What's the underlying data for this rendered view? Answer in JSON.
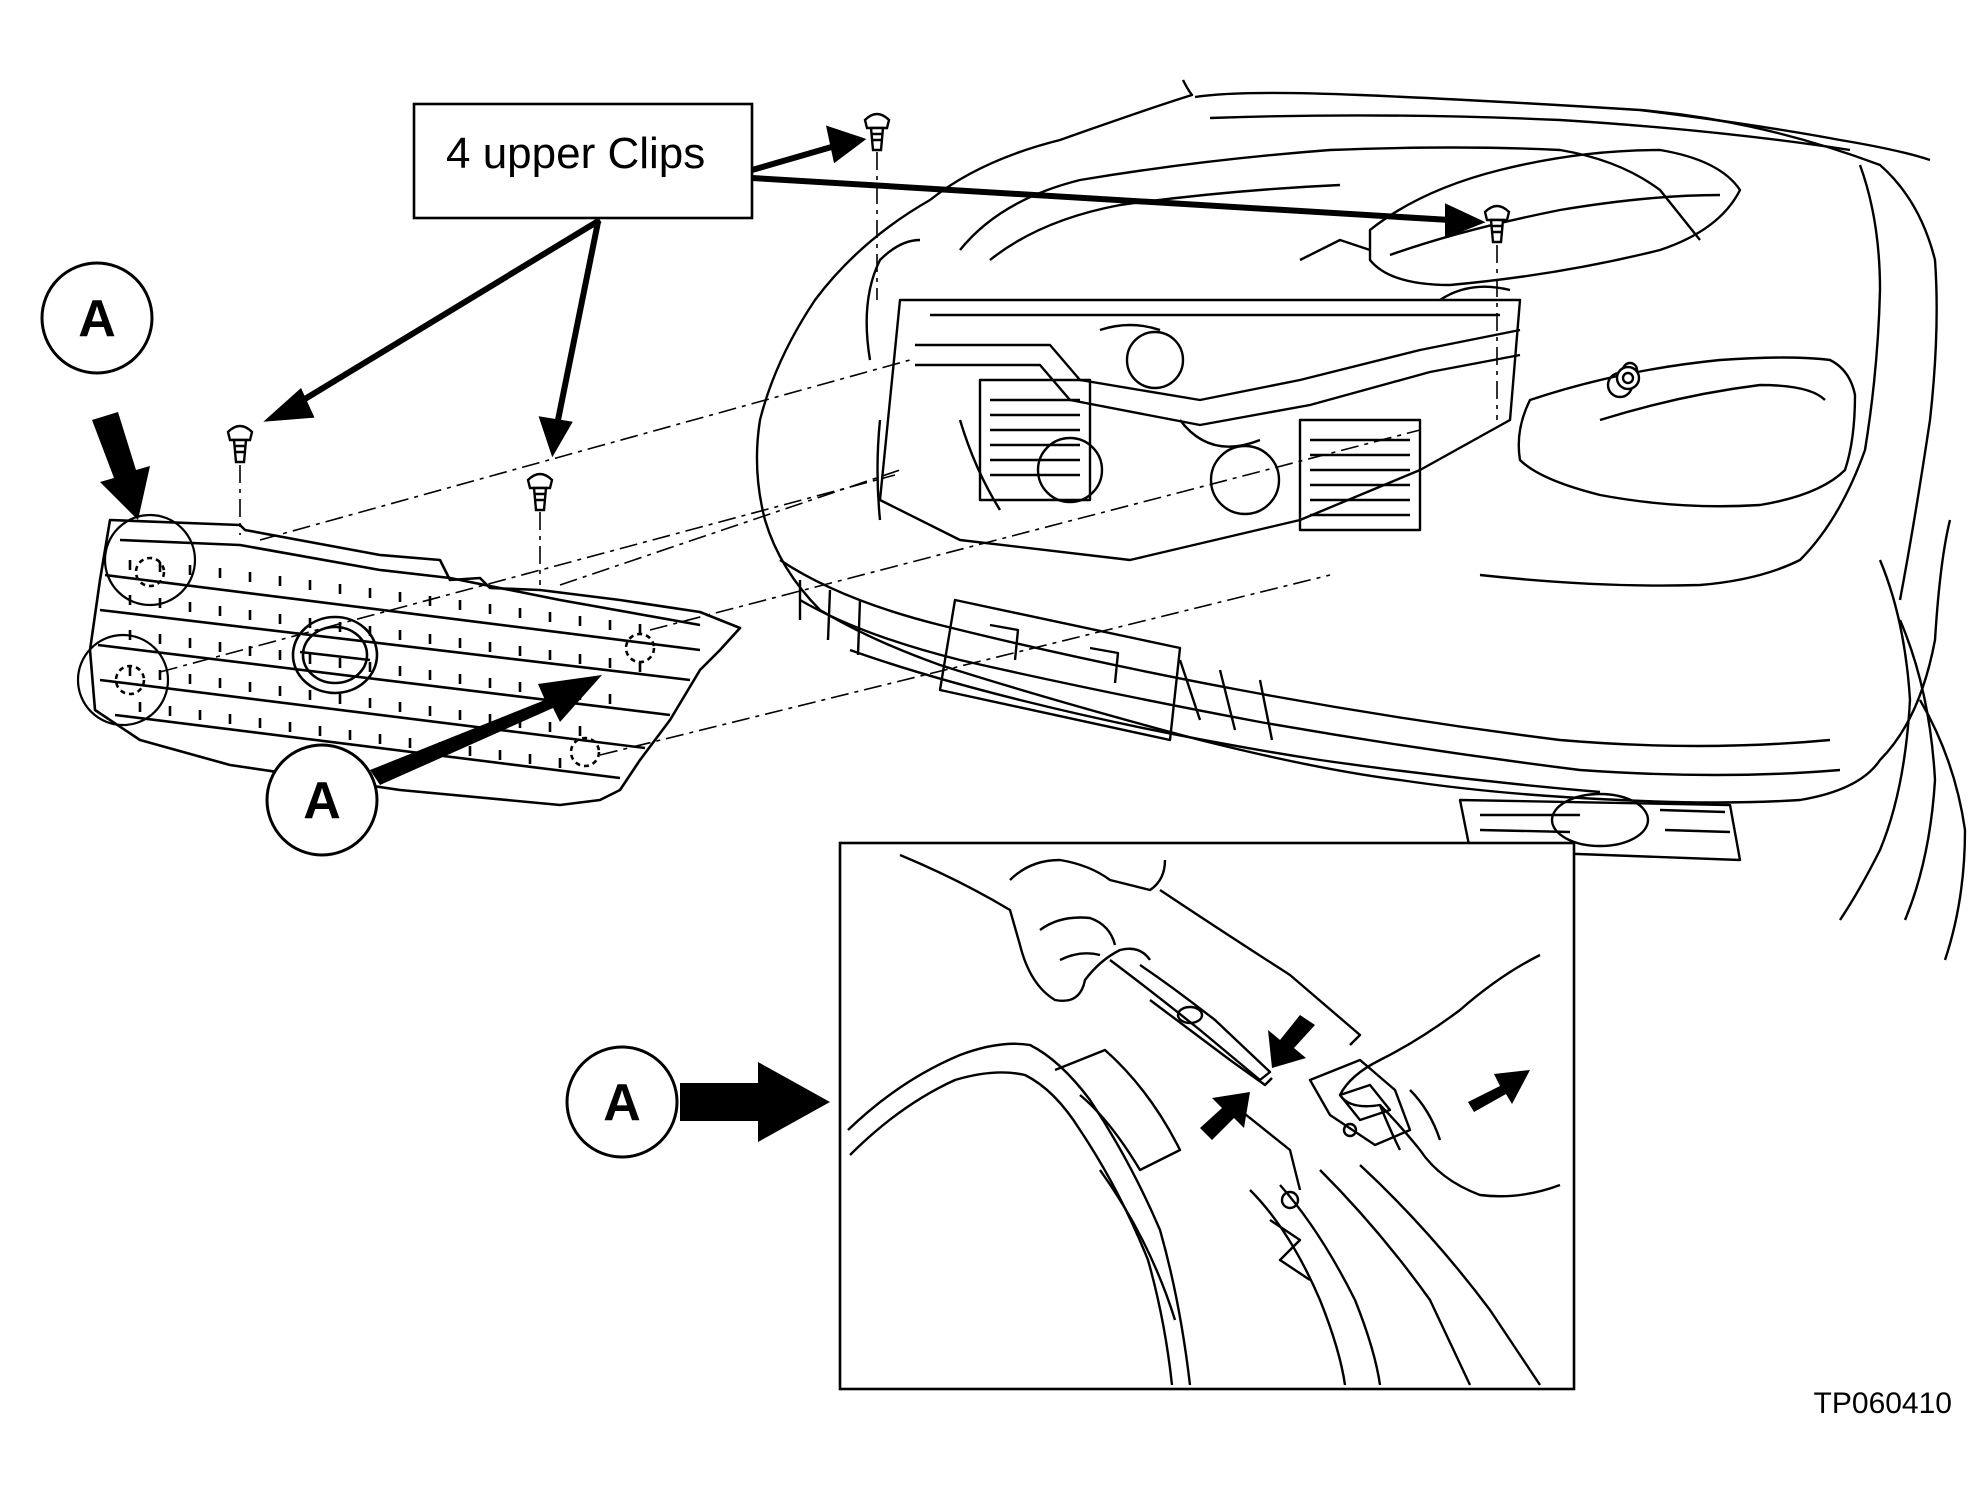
{
  "callout": {
    "text": "4 upper Clips"
  },
  "labels": {
    "a1": "A",
    "a2": "A",
    "a3": "A"
  },
  "figure_code": "TP060410",
  "colors": {
    "ink": "#000000",
    "paper": "#ffffff"
  }
}
